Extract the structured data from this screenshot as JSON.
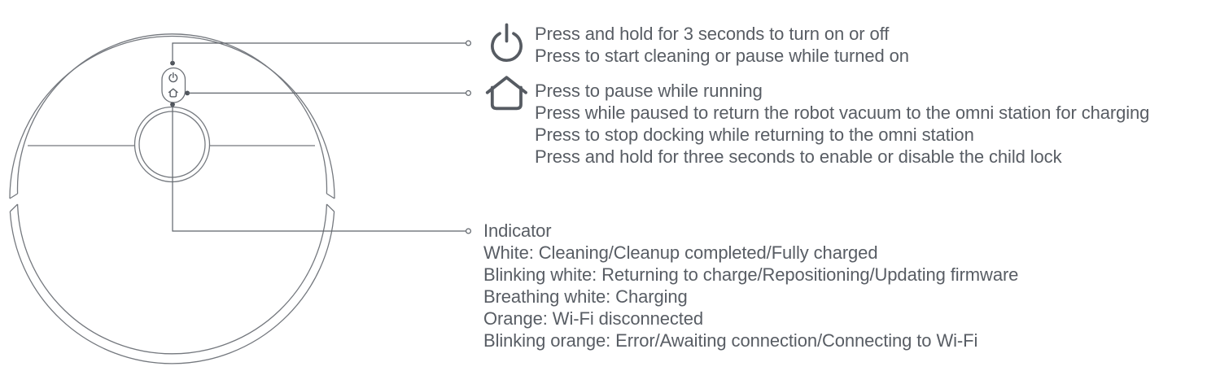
{
  "diagram": {
    "subject": "robot vacuum top view with control callouts",
    "colors": {
      "text": "#585d64",
      "device_outline": "#74787e",
      "callout_line": "#5f646b",
      "callout_dot": "#4e535a",
      "icon": "#565b62",
      "background": "#ffffff"
    }
  },
  "sections": [
    {
      "id": "power-button",
      "icon": "power-icon",
      "lines": [
        "Press and hold for 3 seconds to turn on or off",
        "Press to start cleaning or pause while turned on"
      ]
    },
    {
      "id": "home-button",
      "icon": "home-icon",
      "lines": [
        "Press to pause while running",
        "Press while paused to return the robot vacuum to the omni station for charging",
        "Press to stop docking while returning to the omni station",
        "Press and hold for three seconds to enable or disable the child lock"
      ]
    },
    {
      "id": "indicator",
      "icon": null,
      "lines": [
        "Indicator",
        "White: Cleaning/Cleanup completed/Fully charged",
        "Blinking white: Returning to charge/Repositioning/Updating firmware",
        "Breathing white: Charging",
        "Orange: Wi-Fi disconnected",
        "Blinking orange: Error/Awaiting connection/Connecting to Wi-Fi"
      ]
    }
  ]
}
